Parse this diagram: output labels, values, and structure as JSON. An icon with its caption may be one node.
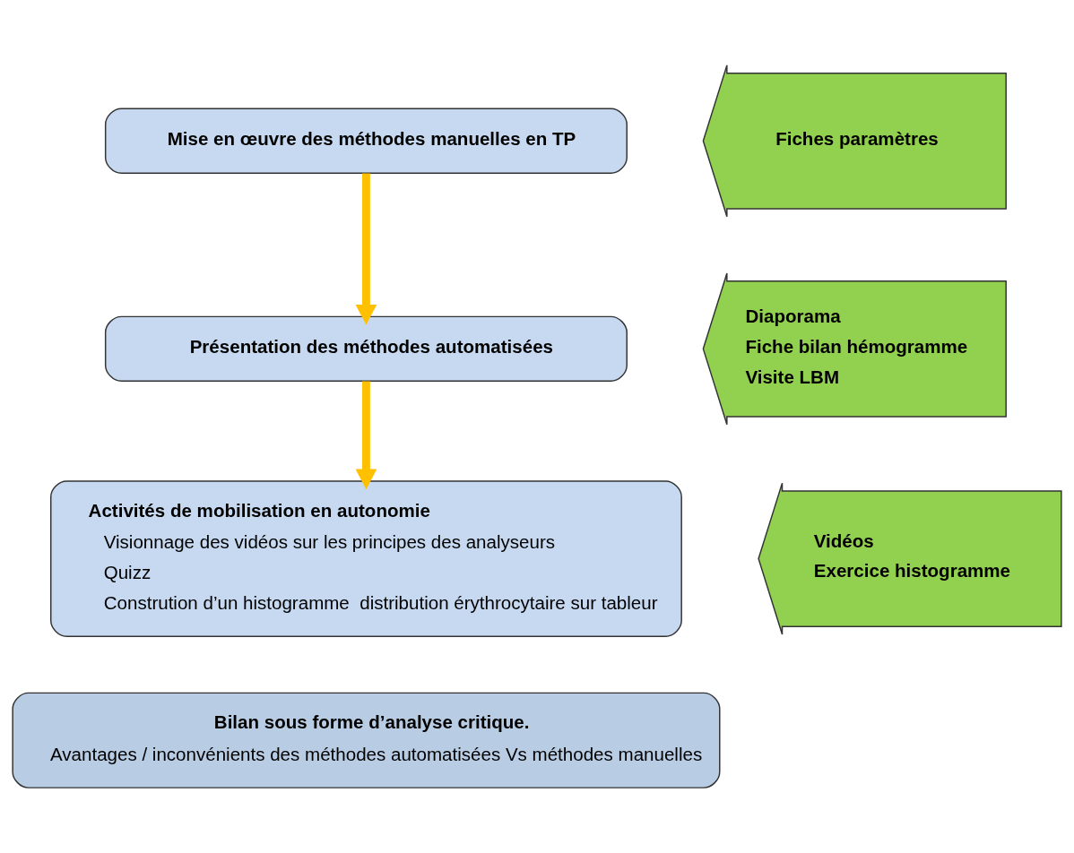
{
  "diagram": {
    "nodes": [
      {
        "text": [
          "Mise en œuvre des méthodes manuelles en TP"
        ]
      },
      {
        "text": [
          "Fiches paramètres"
        ]
      },
      {
        "text": [
          "Présentation des méthodes automatisées"
        ]
      },
      {
        "text": [
          "Diaporama",
          "Fiche bilan hémogramme",
          "Visite LBM"
        ]
      },
      {
        "text": [
          "Activités de mobilisation en autonomie",
          "Visionnage des vidéos sur les principes des analyseurs",
          "Quizz",
          "Constrution d’un histogramme  distribution érythrocytaire sur tableur"
        ]
      },
      {
        "text": [
          "Vidéos",
          "Exercice histogramme"
        ]
      },
      {
        "text": [
          "Bilan sous forme d’analyse critique.",
          "Avantages / inconvénients des méthodes automatisées Vs méthodes manuelles"
        ]
      }
    ],
    "edges": [
      {
        "from": 0,
        "to": 2,
        "arrow": "to"
      },
      {
        "from": 2,
        "to": 4,
        "arrow": "to"
      }
    ]
  }
}
